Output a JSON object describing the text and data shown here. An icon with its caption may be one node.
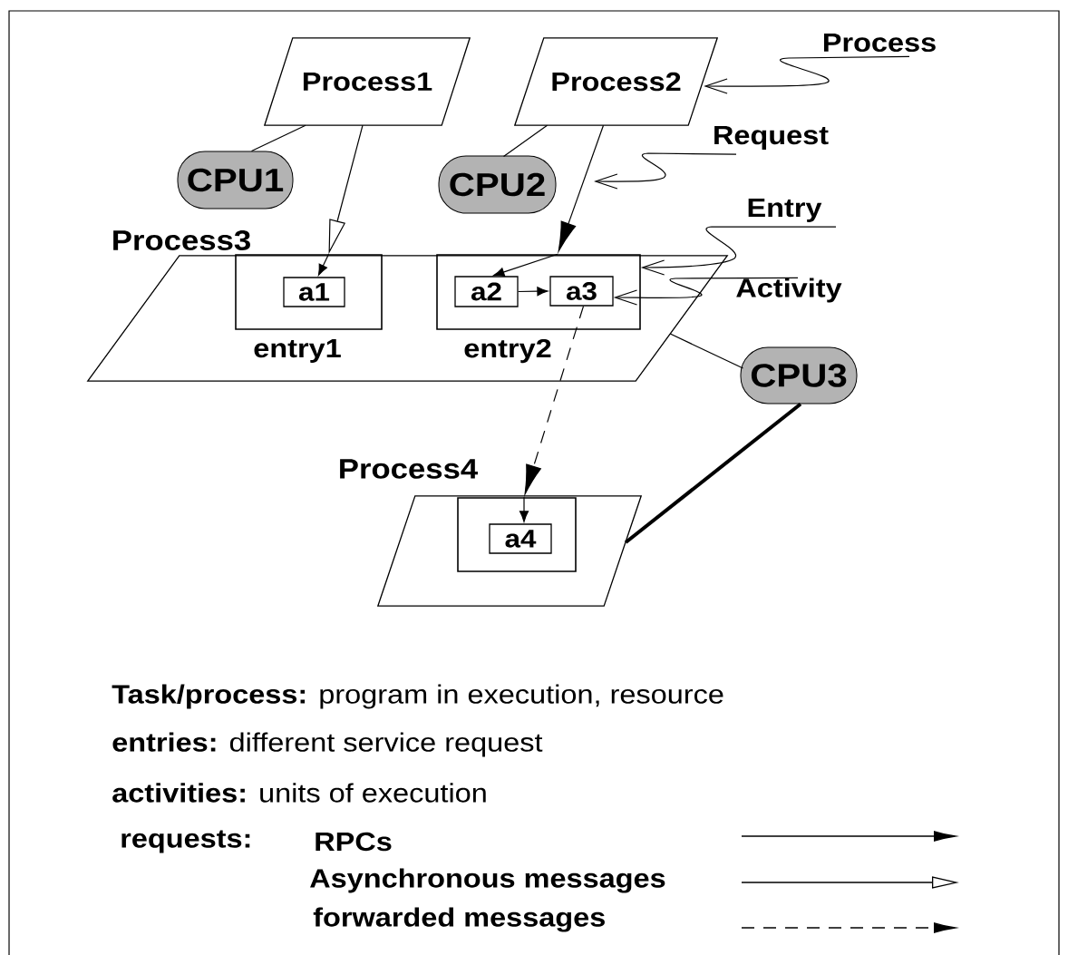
{
  "diagram": {
    "nodes": [
      {
        "text": [
          "Process1"
        ]
      },
      {
        "text": [
          "Process2"
        ]
      },
      {
        "text": [
          "CPU1"
        ]
      },
      {
        "text": [
          "CPU2"
        ]
      },
      {
        "text": [
          "Process3"
        ]
      },
      {
        "text": [
          "entry1"
        ],
        "in": 4
      },
      {
        "text": [
          "a1"
        ],
        "in": 5
      },
      {
        "text": [
          "entry2"
        ],
        "in": 4
      },
      {
        "text": [
          "a2"
        ],
        "in": 7
      },
      {
        "text": [
          "a3"
        ],
        "in": 7
      },
      {
        "text": [
          "CPU3"
        ]
      },
      {
        "text": [
          "Process4"
        ]
      },
      {
        "text": [],
        "shape": "box",
        "in": 11
      },
      {
        "text": [
          "a4"
        ],
        "in": 12
      },
      {
        "text": [
          "Process"
        ]
      },
      {
        "text": [
          "Request"
        ]
      },
      {
        "text": [
          "Entry"
        ]
      },
      {
        "text": [
          "Activity"
        ]
      }
    ],
    "edges": [
      {
        "from": 0,
        "to": 2,
        "arrow": "none"
      },
      {
        "from": 1,
        "to": 3,
        "arrow": "none"
      },
      {
        "from": 4,
        "to": 10,
        "arrow": "none"
      },
      {
        "from": 10,
        "to": 11,
        "arrow": "none",
        "style": "thick"
      },
      {
        "from": 0,
        "to": 5,
        "arrow": "to"
      },
      {
        "from": 5,
        "to": 6,
        "arrow": "to"
      },
      {
        "from": 1,
        "to": 7,
        "arrow": "to"
      },
      {
        "from": 7,
        "to": 8,
        "arrow": "to"
      },
      {
        "from": 8,
        "to": 9,
        "arrow": "to"
      },
      {
        "from": 9,
        "to": 12,
        "arrow": "to",
        "style": "dashed"
      },
      {
        "from": 12,
        "to": 13,
        "arrow": "to"
      },
      {
        "from": 14,
        "to": 1,
        "arrow": "to"
      },
      {
        "from": 15,
        "to": null,
        "arrow": "to"
      },
      {
        "from": 16,
        "to": 7,
        "arrow": "to"
      },
      {
        "from": 17,
        "to": 9,
        "arrow": "to"
      }
    ],
    "labels": [
      "**Task/process:** program in execution, resource",
      "**entries:** different service request",
      "**activities:** units of execution",
      "requests:"
    ],
    "legend": [
      {
        "text": "RPCs"
      },
      {
        "text": "Asynchronous messages"
      },
      {
        "text": "forwarded messages"
      }
    ]
  }
}
